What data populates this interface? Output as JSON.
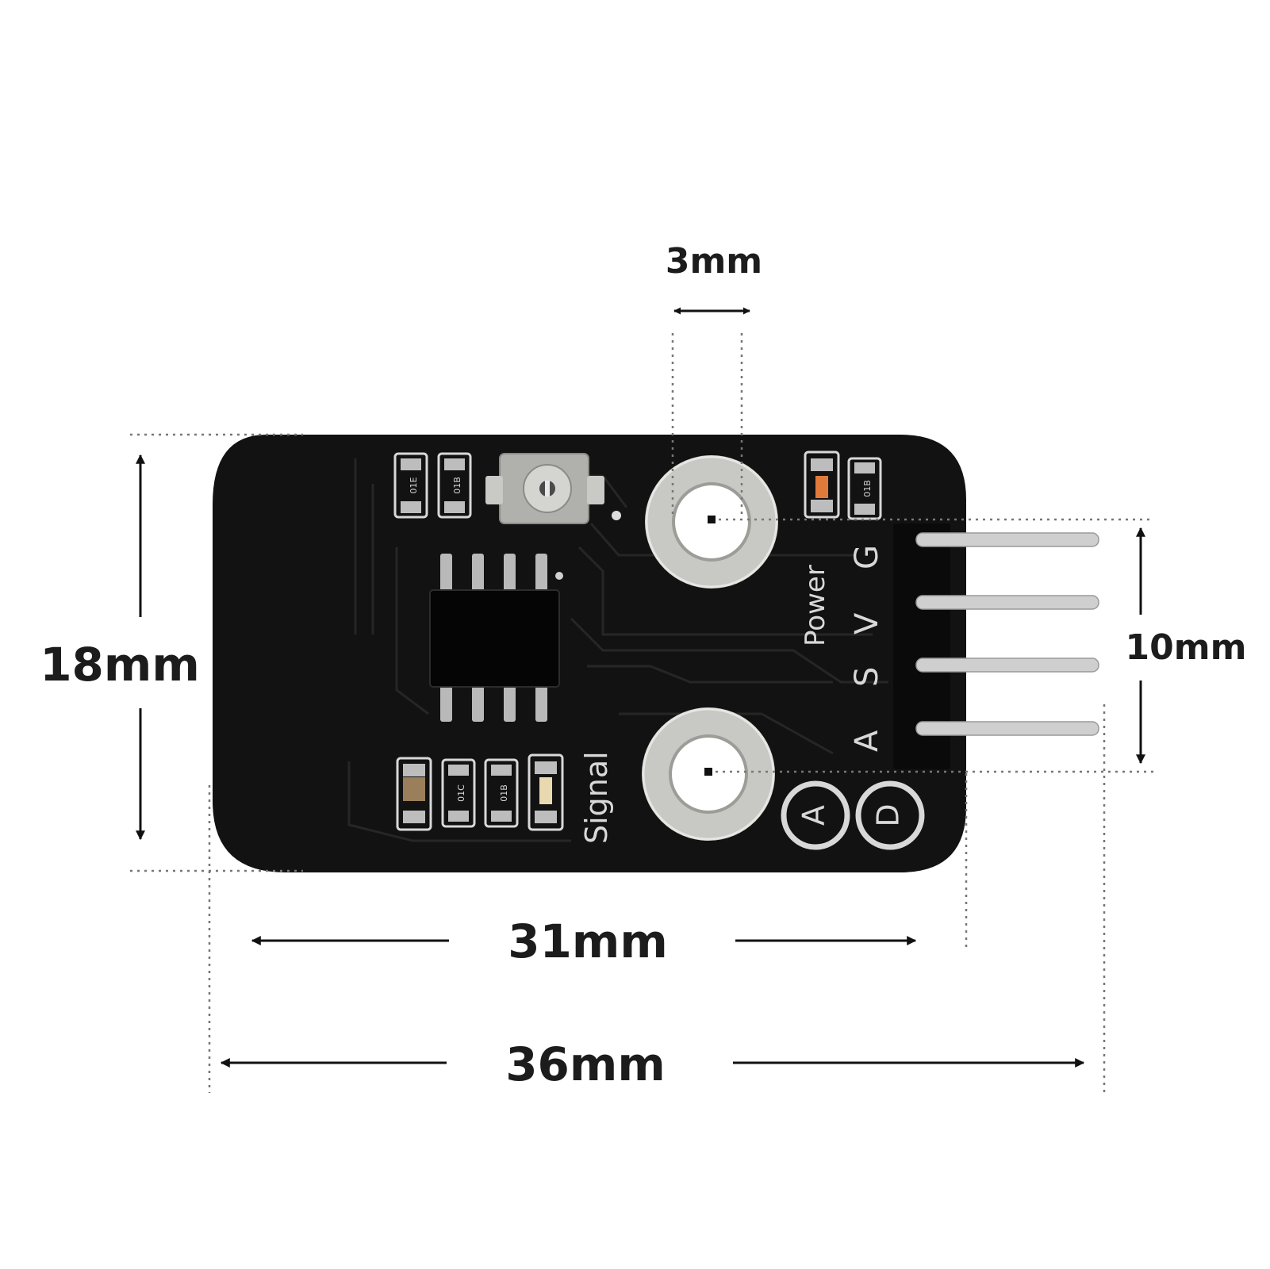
{
  "dimensions": {
    "hole_diameter": "3mm",
    "board_height": "18mm",
    "hole_spacing": "10mm",
    "board_width": "31mm",
    "overall_width": "36mm"
  },
  "silkscreen": {
    "power_label": "Power",
    "signal_label": "Signal",
    "pin_g": "G",
    "pin_v": "V",
    "pin_s": "S",
    "pin_a": "A",
    "output_a": "A",
    "output_d": "D",
    "resistor_codes": [
      "01E",
      "01B",
      "01B",
      "01C",
      "01B"
    ]
  },
  "colors": {
    "board": "#121212",
    "hole_ring": "#c8c8c4",
    "header_pin": "#cfcfcf",
    "silkscreen": "#d8d8d8"
  }
}
